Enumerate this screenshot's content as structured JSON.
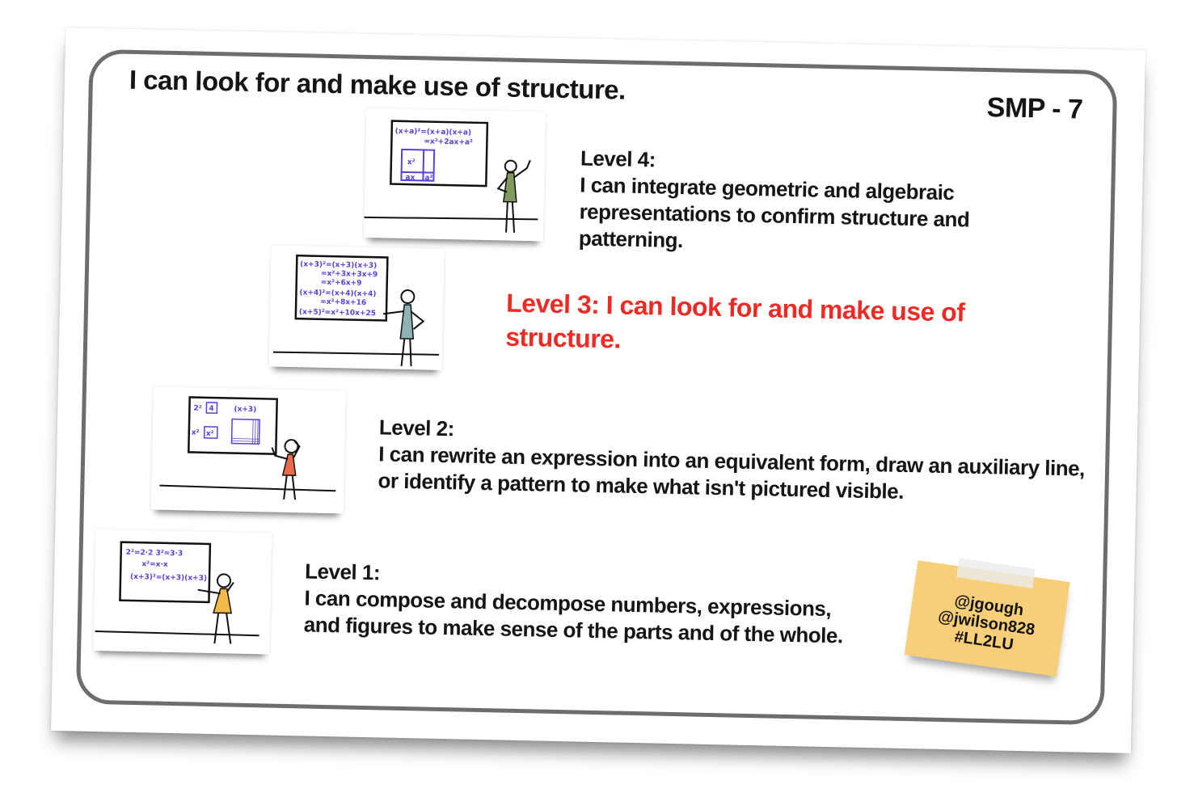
{
  "title": "I can look for and make use of structure.",
  "tag": "SMP - 7",
  "levels": [
    {
      "heading": "Level 4:",
      "text": "I can integrate geometric and algebraic representations to confirm structure and patterning.",
      "board": [
        "(x+a)²=(x+a)(x+a)",
        "=x²+2ax+a²",
        "x²",
        "ax",
        "a²"
      ]
    },
    {
      "heading": "Level 3:",
      "text": "I can look for and make use of structure.",
      "board": [
        "(x+3)²=(x+3)(x+3)",
        "=x²+3x+3x+9",
        "=x²+6x+9",
        "(x+4)²=(x+4)(x+4)",
        "=x²+8x+16",
        "(x+5)²=x²+10x+25"
      ]
    },
    {
      "heading": "Level 2:",
      "text": "I can rewrite an expression into an equivalent form, draw an auxiliary line, or identify a pattern to make what isn't pictured visible.",
      "board": [
        "2²",
        "4",
        "(x+3)",
        "x²",
        "x²"
      ]
    },
    {
      "heading": "Level 1:",
      "text": "I can compose and decompose numbers, expressions, and figures to make sense of the parts and of the whole.",
      "board": [
        "2²=2·2  3²=3·3",
        "x²=x·x",
        "(x+3)²=(x+3)(x+3)"
      ]
    }
  ],
  "note": {
    "lines": [
      "@jgough",
      "@jwilson828",
      "#LL2LU"
    ],
    "color": "#f8cf78"
  },
  "colors": {
    "highlight": "#ee2a25",
    "board_ink": "#5a3fd8"
  }
}
